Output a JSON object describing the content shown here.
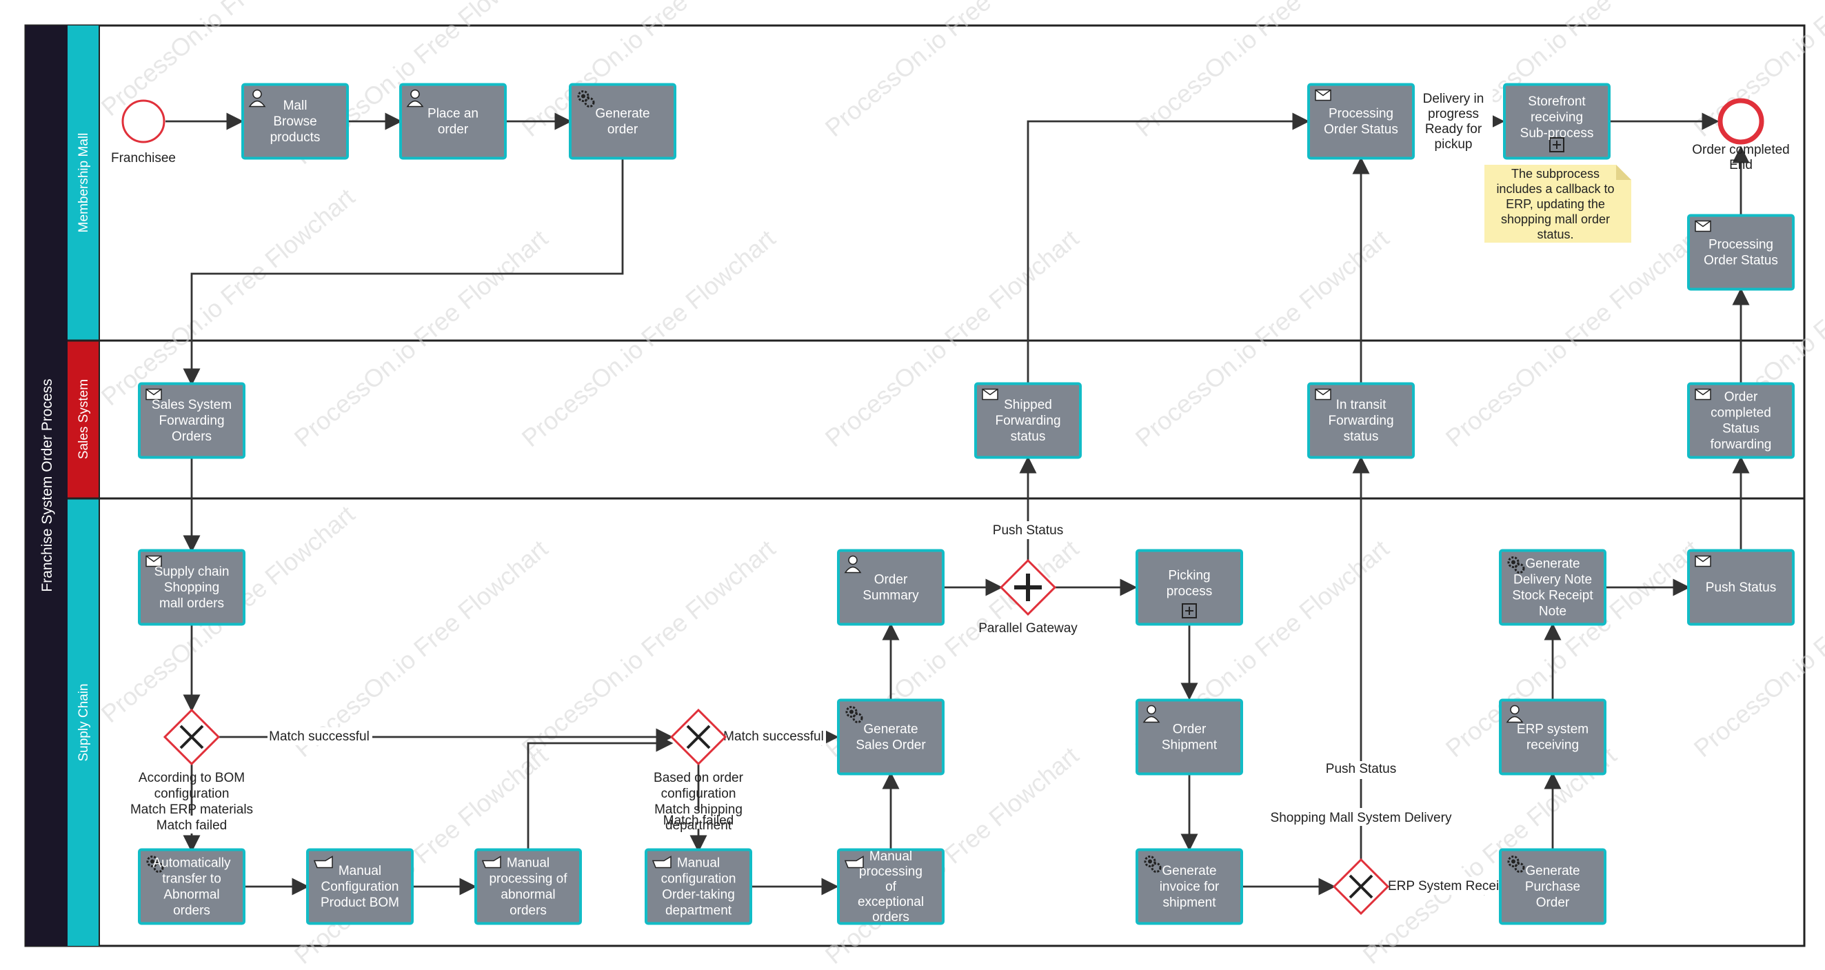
{
  "pool": {
    "title": "Franchise System Order Process"
  },
  "lanes": [
    {
      "id": "mall",
      "title": "Membership Mall",
      "color": "#12bcc6"
    },
    {
      "id": "sales",
      "title": "Sales System",
      "color": "#c8141c"
    },
    {
      "id": "supply",
      "title": "Supply Chain",
      "color": "#12bcc6"
    }
  ],
  "watermark": "ProcessOn.io Free Flowchart",
  "events": [
    {
      "id": "start",
      "kind": "start",
      "label": [
        "Franchisee"
      ]
    },
    {
      "id": "end",
      "kind": "end",
      "label": [
        "Order completed",
        "End"
      ]
    }
  ],
  "tasks": [
    {
      "id": "browse",
      "icon": "user-icon",
      "lines": [
        "Mall",
        "Browse",
        "products"
      ]
    },
    {
      "id": "place",
      "icon": "user-icon",
      "lines": [
        "Place an",
        "order"
      ]
    },
    {
      "id": "generate",
      "icon": "gear-icon",
      "lines": [
        "Generate",
        "order"
      ]
    },
    {
      "id": "proc1",
      "icon": "envelope-icon",
      "lines": [
        "Processing",
        "Order Status"
      ]
    },
    {
      "id": "storefront",
      "icon": "subprocess-icon",
      "lines": [
        "Storefront",
        "receiving",
        "Sub-process"
      ]
    },
    {
      "id": "proc2",
      "icon": "envelope-icon",
      "lines": [
        "Processing",
        "Order Status"
      ]
    },
    {
      "id": "salesfwd",
      "icon": "envelope-icon",
      "lines": [
        "Sales System",
        "Forwarding",
        "Orders"
      ]
    },
    {
      "id": "shipped",
      "icon": "envelope-icon",
      "lines": [
        "Shipped",
        "Forwarding",
        "status"
      ]
    },
    {
      "id": "intransit",
      "icon": "envelope-icon",
      "lines": [
        "In transit",
        "Forwarding",
        "status"
      ]
    },
    {
      "id": "completedfwd",
      "icon": "envelope-icon",
      "lines": [
        "Order",
        "completed",
        "Status",
        "forwarding"
      ]
    },
    {
      "id": "supplymall",
      "icon": "envelope-icon",
      "lines": [
        "Supply chain",
        "Shopping",
        "mall orders"
      ]
    },
    {
      "id": "ordersummary",
      "icon": "user-icon",
      "lines": [
        "Order",
        "Summary"
      ]
    },
    {
      "id": "picking",
      "icon": "subprocess-icon",
      "lines": [
        "Picking",
        "process"
      ]
    },
    {
      "id": "delivnote",
      "icon": "gear-icon",
      "lines": [
        "Generate",
        "Delivery Note",
        "Stock Receipt",
        "Note"
      ]
    },
    {
      "id": "pushstatus",
      "icon": "envelope-icon",
      "lines": [
        "Push Status"
      ]
    },
    {
      "id": "gensales",
      "icon": "gear-icon",
      "lines": [
        "Generate",
        "Sales Order"
      ]
    },
    {
      "id": "ordership",
      "icon": "user-icon",
      "lines": [
        "Order",
        "Shipment"
      ]
    },
    {
      "id": "erprecv",
      "icon": "user-icon",
      "lines": [
        "ERP system",
        "receiving"
      ]
    },
    {
      "id": "autotransfer",
      "icon": "gear-icon",
      "lines": [
        "Automatically",
        "transfer to",
        "Abnormal",
        "orders"
      ]
    },
    {
      "id": "manualbom",
      "icon": "hand-icon",
      "lines": [
        "Manual",
        "Configuration",
        "Product BOM"
      ]
    },
    {
      "id": "manualabn",
      "icon": "hand-icon",
      "lines": [
        "Manual",
        "processing of",
        "abnormal",
        "orders"
      ]
    },
    {
      "id": "manualcfg",
      "icon": "hand-icon",
      "lines": [
        "Manual",
        "configuration",
        "Order-taking",
        "department"
      ]
    },
    {
      "id": "manualexc",
      "icon": "hand-icon",
      "lines": [
        "Manual",
        "processing",
        "of",
        "exceptional",
        "orders"
      ]
    },
    {
      "id": "geninvoice",
      "icon": "gear-icon",
      "lines": [
        "Generate",
        "invoice for",
        "shipment"
      ]
    },
    {
      "id": "genpurchase",
      "icon": "gear-icon",
      "lines": [
        "Generate",
        "Purchase",
        "Order"
      ]
    }
  ],
  "gateways": [
    {
      "id": "gw_bom",
      "kind": "exclusive",
      "label": [
        "According to BOM",
        "configuration",
        "Match ERP materials"
      ]
    },
    {
      "id": "gw_ship",
      "kind": "exclusive",
      "label": [
        "Based on order",
        "configuration",
        "Match shipping",
        "department"
      ]
    },
    {
      "id": "gw_par",
      "kind": "parallel",
      "label": [
        "Parallel Gateway"
      ]
    },
    {
      "id": "gw_erp",
      "kind": "exclusive",
      "label": []
    }
  ],
  "flow_labels": {
    "delivery": [
      "Delivery in",
      "progress",
      "Ready for",
      "pickup"
    ],
    "match_success_1": "Match successful",
    "match_success_2": "Match successful",
    "match_failed_1": "Match failed",
    "match_failed_2": "Match failed",
    "push_status_1": "Push Status",
    "push_status_2": "Push Status",
    "mall_delivery": "Shopping Mall System Delivery",
    "erp_receiving": "ERP System Receivi"
  },
  "note": {
    "lines": [
      "The subprocess",
      "includes a callback to",
      "ERP, updating the",
      "shopping mall order",
      "status."
    ],
    "color": "#fbf0b0"
  },
  "colors": {
    "task_fill": "#7f8690",
    "task_border": "#12bcc6",
    "pool_bar": "#1a1628",
    "event_stroke": "#e0303a"
  }
}
